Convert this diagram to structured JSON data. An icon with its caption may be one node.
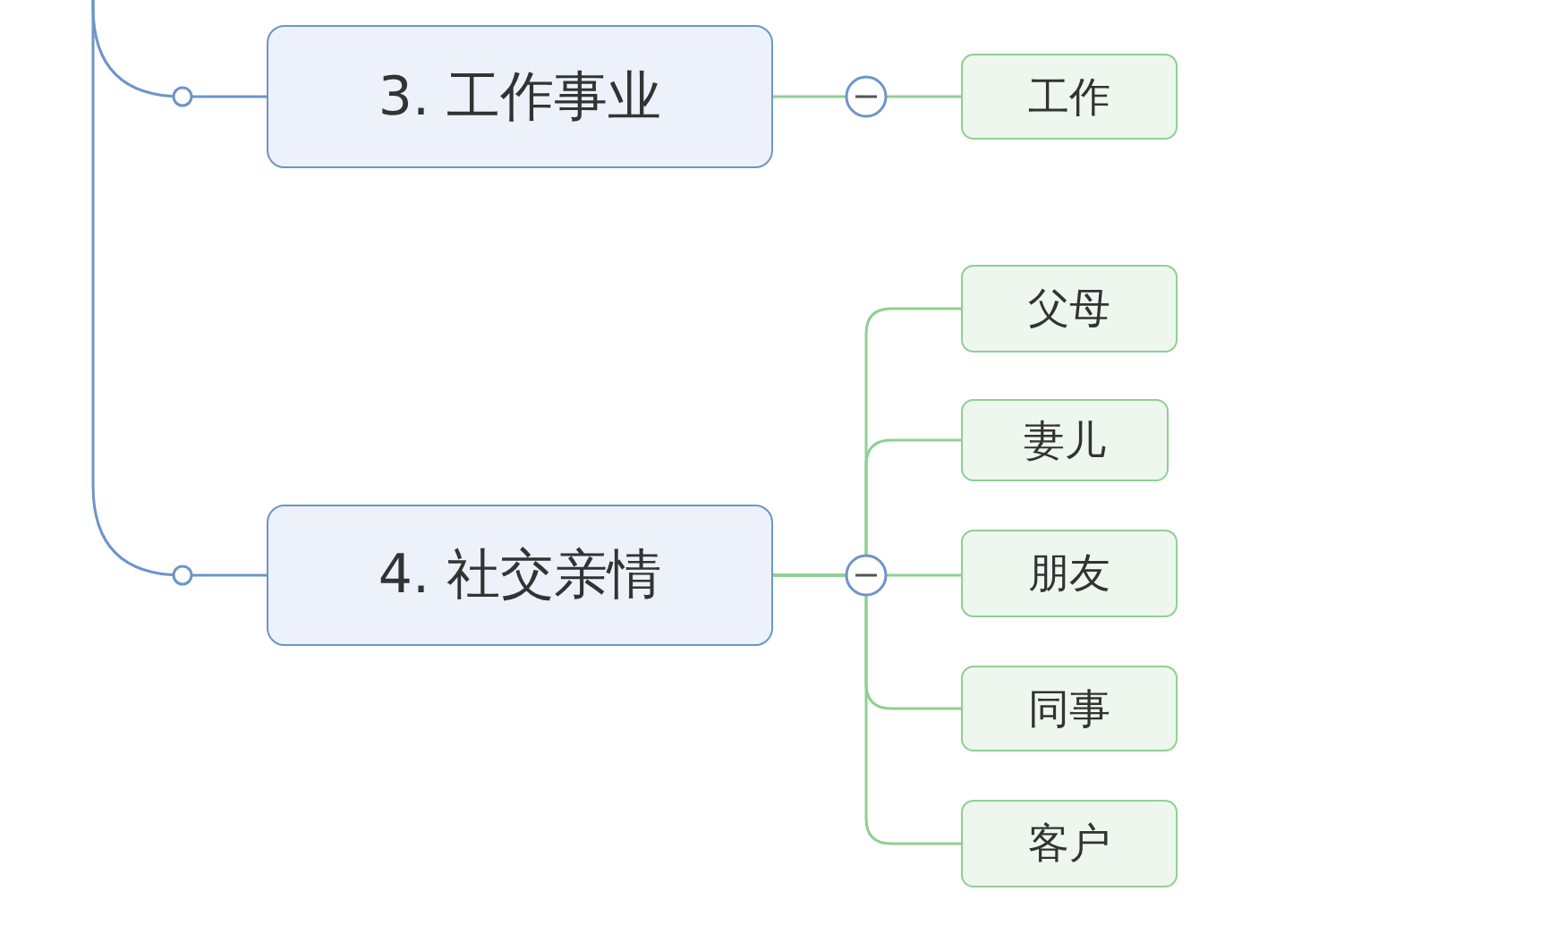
{
  "diagram": {
    "nodes": [
      {
        "text": [
          "3. 工作事业"
        ]
      },
      {
        "text": [
          "工作"
        ]
      },
      {
        "text": [
          "4. 社交亲情"
        ]
      },
      {
        "text": [
          "父母"
        ]
      },
      {
        "text": [
          "妻儿"
        ]
      },
      {
        "text": [
          "朋友"
        ]
      },
      {
        "text": [
          "同事"
        ]
      },
      {
        "text": [
          "客户"
        ]
      }
    ],
    "edges": [
      {
        "from": null,
        "to": 0,
        "arrow": "none"
      },
      {
        "from": null,
        "to": 2,
        "arrow": "none"
      },
      {
        "from": 0,
        "to": 1,
        "arrow": "none"
      },
      {
        "from": 2,
        "to": 3,
        "arrow": "none"
      },
      {
        "from": 2,
        "to": 4,
        "arrow": "none"
      },
      {
        "from": 2,
        "to": 5,
        "arrow": "none"
      },
      {
        "from": 2,
        "to": 6,
        "arrow": "none"
      },
      {
        "from": 2,
        "to": 7,
        "arrow": "none"
      }
    ]
  }
}
